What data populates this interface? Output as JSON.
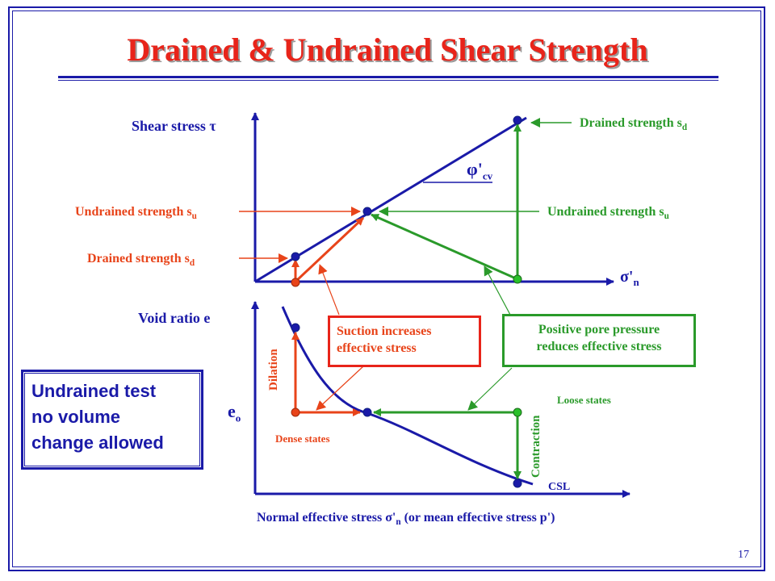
{
  "slide": {
    "title": "Drained & Undrained Shear Strength",
    "page_number": "17"
  },
  "upper_plot": {
    "y_axis_label": "Shear stress τ",
    "x_axis_symbol": "σ'",
    "x_axis_subscript": "n",
    "angle_label_symbol": "φ'",
    "angle_label_subscript": "cv",
    "left_labels": {
      "undrained_text": "Undrained strength s",
      "undrained_sub": "u",
      "drained_text": "Drained strength s",
      "drained_sub": "d"
    },
    "right_labels": {
      "drained_text": "Drained strength s",
      "drained_sub": "d",
      "undrained_text": "Undrained strength s",
      "undrained_sub": "u"
    }
  },
  "lower_plot": {
    "y_axis_label": "Void ratio e",
    "e0_main": "e",
    "e0_sub": "o",
    "x_axis_label_a": "Normal effective stress",
    "x_axis_symbol": "σ'",
    "x_axis_subscript": "n",
    "x_axis_label_b": "(or mean effective stress p')",
    "dilation": "Dilation",
    "contraction": "Contraction",
    "dense_states": "Dense states",
    "loose_states": "Loose states",
    "csl": "CSL"
  },
  "callouts": {
    "suction_line1": "Suction increases",
    "suction_line2": "effective stress",
    "pore_line1": "Positive pore pressure",
    "pore_line2": "reduces effective stress"
  },
  "note_box": {
    "line1": "Undrained test",
    "bullet": "",
    "line2": "no volume",
    "line3": "change allowed"
  },
  "colors": {
    "frame_blue": "#1a1aa8",
    "title_red": "#e8241a",
    "path_red": "#e8441a",
    "path_green": "#2a9a2a",
    "axis_blue": "#1a1aa8"
  }
}
